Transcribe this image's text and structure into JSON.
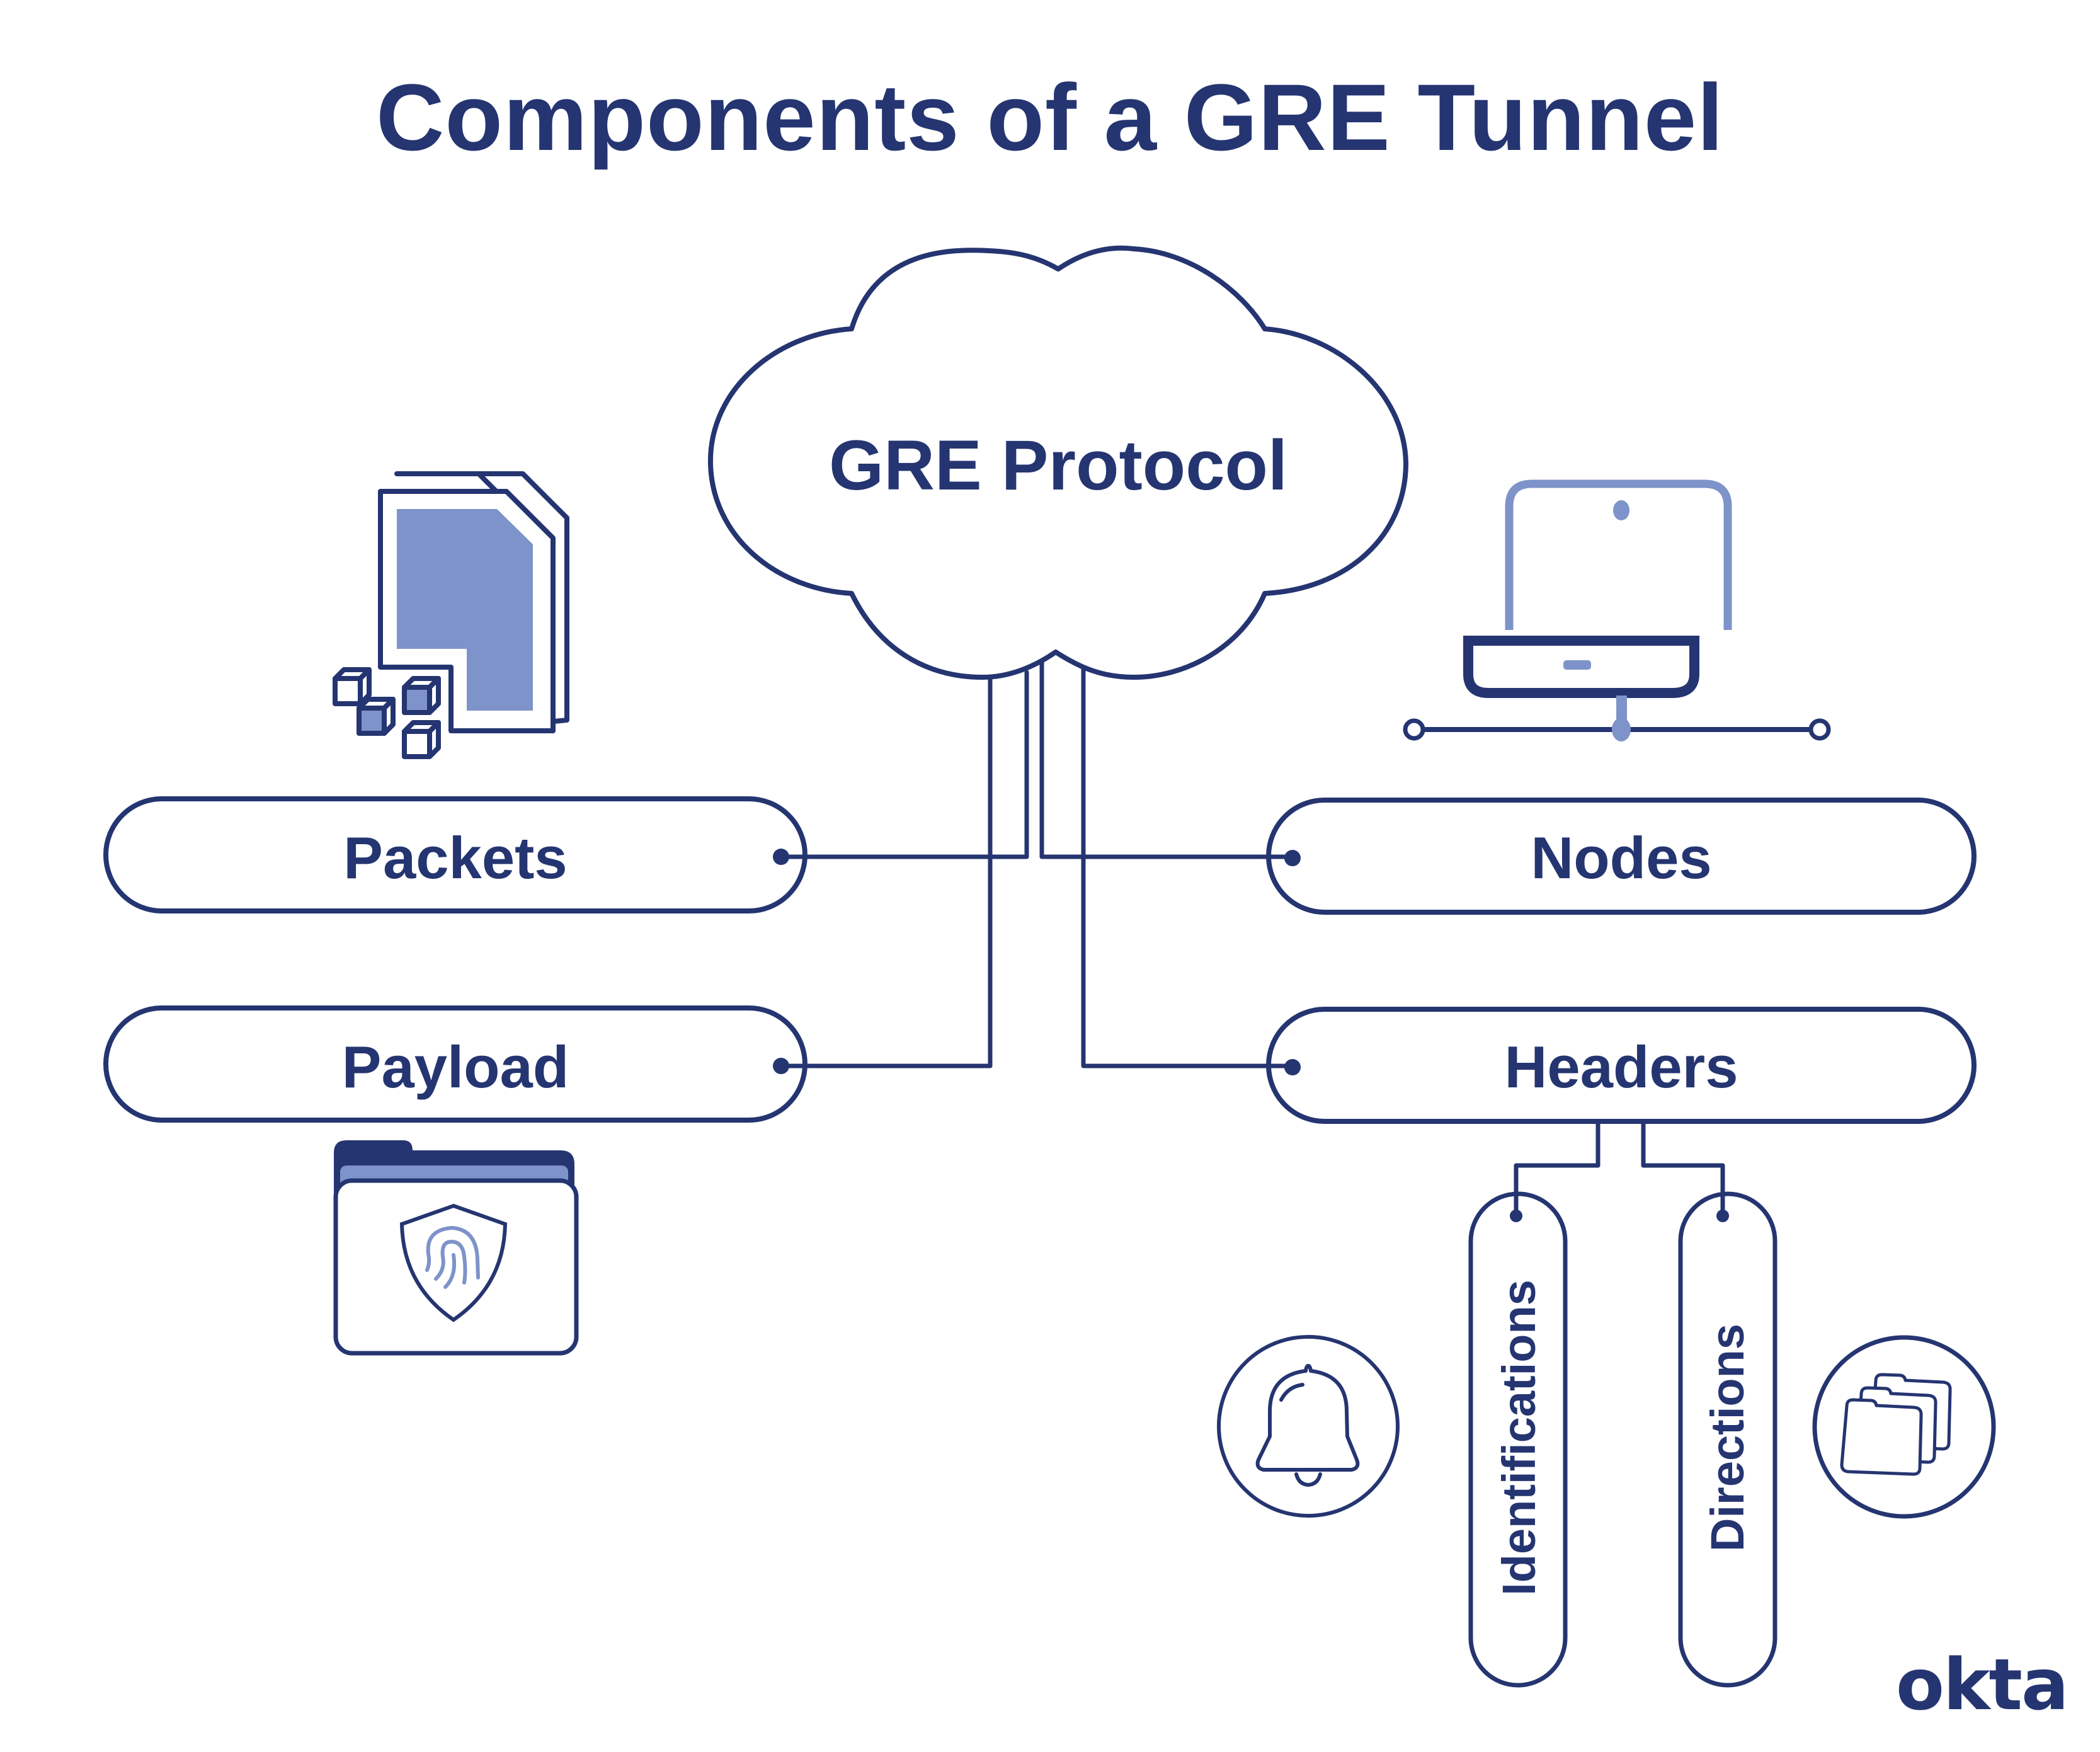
{
  "title": "Components of a GRE Tunnel",
  "center": {
    "label": "GRE Protocol",
    "icon": "cloud-icon"
  },
  "components": [
    {
      "id": "packets",
      "label": "Packets",
      "side": "left",
      "icon": "document-packets-icon"
    },
    {
      "id": "payload",
      "label": "Payload",
      "side": "left",
      "icon": "secure-folder-fingerprint-icon"
    },
    {
      "id": "nodes",
      "label": "Nodes",
      "side": "right",
      "icon": "laptop-network-icon"
    },
    {
      "id": "headers",
      "label": "Headers",
      "side": "right",
      "icon": null
    }
  ],
  "header_fields": [
    {
      "id": "identifications",
      "label": "Identifications",
      "icon": "bell-icon"
    },
    {
      "id": "directions",
      "label": "Directions",
      "icon": "folders-stack-icon"
    }
  ],
  "brand": {
    "logo_text": "okta"
  },
  "colors": {
    "primary": "#253571",
    "accent": "#7d93c9",
    "background": "#ffffff"
  }
}
